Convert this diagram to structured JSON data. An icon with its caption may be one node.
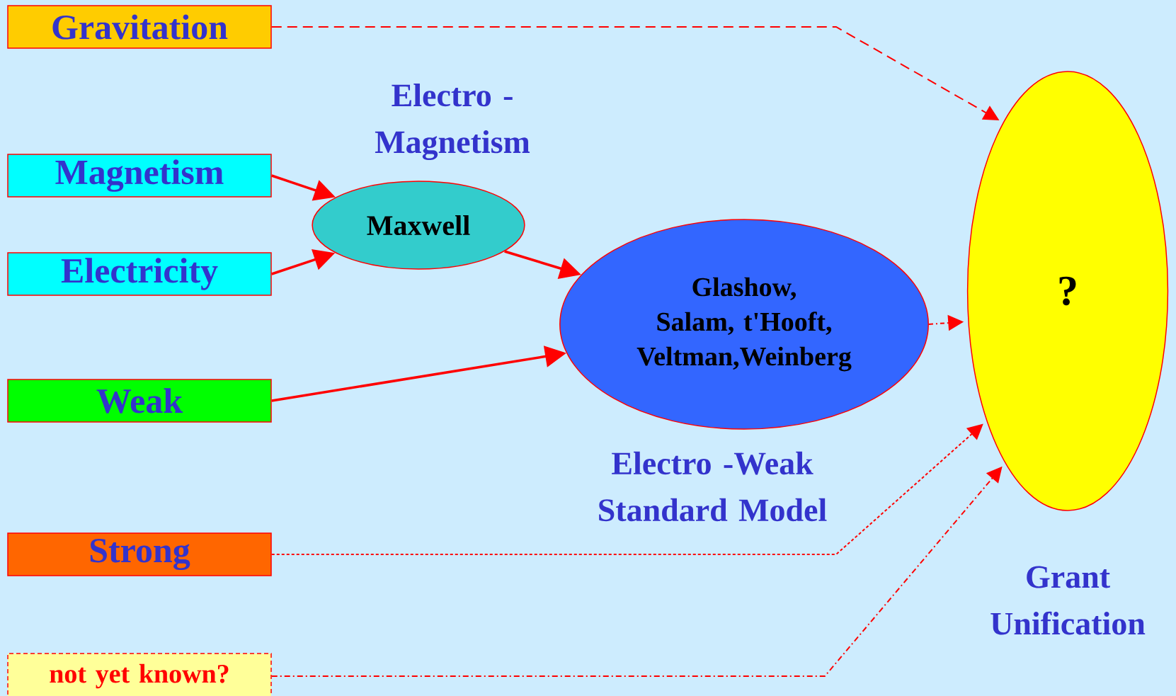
{
  "diagram": {
    "nodes": [
      {
        "text": [
          "Gravitation"
        ]
      },
      {
        "text": [
          "Magnetism"
        ]
      },
      {
        "text": [
          "Electricity"
        ]
      },
      {
        "text": [
          "Weak"
        ]
      },
      {
        "text": [
          "Strong"
        ]
      },
      {
        "text": [
          "not yet known?"
        ]
      },
      {
        "text": [
          "Maxwell"
        ],
        "beside": [
          "Electro - Magnetism"
        ]
      },
      {
        "text": [
          "Glashow, Salam, t'Hooft, Veltman,Weinberg"
        ],
        "beside": [
          "Electro -Weak Standard Model"
        ]
      },
      {
        "text": [
          "?"
        ],
        "beside": [
          "Grant Unification"
        ]
      }
    ],
    "edges": [
      {
        "from": 0,
        "to": 8,
        "arrow": "to",
        "style": "dashed"
      },
      {
        "from": 1,
        "to": 6,
        "arrow": "to"
      },
      {
        "from": 2,
        "to": 6,
        "arrow": "to"
      },
      {
        "from": 6,
        "to": 7,
        "arrow": "to"
      },
      {
        "from": 3,
        "to": 7,
        "arrow": "to"
      },
      {
        "from": 7,
        "to": 8,
        "arrow": "to",
        "style": "dashed"
      },
      {
        "from": 4,
        "to": 8,
        "arrow": "to",
        "style": "dashed"
      },
      {
        "from": 5,
        "to": 8,
        "arrow": "to",
        "style": "dashed"
      }
    ]
  }
}
